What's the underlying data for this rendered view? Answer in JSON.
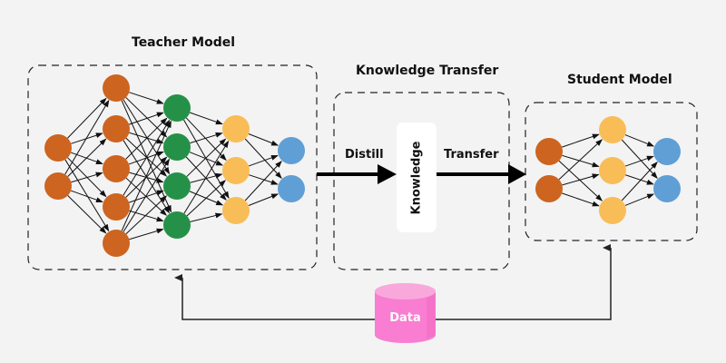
{
  "teacher": {
    "title": "Teacher Model",
    "layers": [
      {
        "name": "input",
        "color": "#cd6420",
        "count": 2
      },
      {
        "name": "hidden1",
        "color": "#cd6420",
        "count": 5
      },
      {
        "name": "hidden2",
        "color": "#259148",
        "count": 4
      },
      {
        "name": "hidden3",
        "color": "#f9bd58",
        "count": 3
      },
      {
        "name": "output",
        "color": "#5f9fd5",
        "count": 2
      }
    ]
  },
  "transfer": {
    "title": "Knowledge Transfer",
    "distill_label": "Distill",
    "knowledge_label": "Knowledge",
    "transfer_label": "Transfer"
  },
  "student": {
    "title": "Student Model",
    "layers": [
      {
        "name": "input",
        "color": "#cd6420",
        "count": 2
      },
      {
        "name": "hidden",
        "color": "#f9bd58",
        "count": 3
      },
      {
        "name": "output",
        "color": "#5f9fd5",
        "count": 2
      }
    ]
  },
  "data": {
    "label": "Data",
    "color_top": "#f9a8dc",
    "color_body": "#f97dd0"
  }
}
